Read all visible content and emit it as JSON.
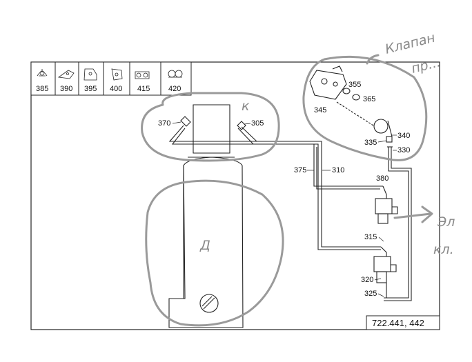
{
  "legend_parts": [
    "385",
    "390",
    "395",
    "400",
    "415",
    "420"
  ],
  "diagram_number": "722.441, 442",
  "callouts": {
    "c370": "370",
    "c305": "305",
    "c345": "345",
    "c355": "355",
    "c365": "365",
    "c340": "340",
    "c335": "335",
    "c330": "330",
    "c375": "375",
    "c310": "310",
    "c380": "380",
    "c315": "315",
    "c320": "320",
    "c325": "325"
  },
  "handwriting": {
    "top_right_line1": "Клапан",
    "top_right_line2": "пр...",
    "right_line1": "Эл",
    "right_line2": "кл.",
    "letter_k": "к",
    "letter_d": "Д"
  }
}
